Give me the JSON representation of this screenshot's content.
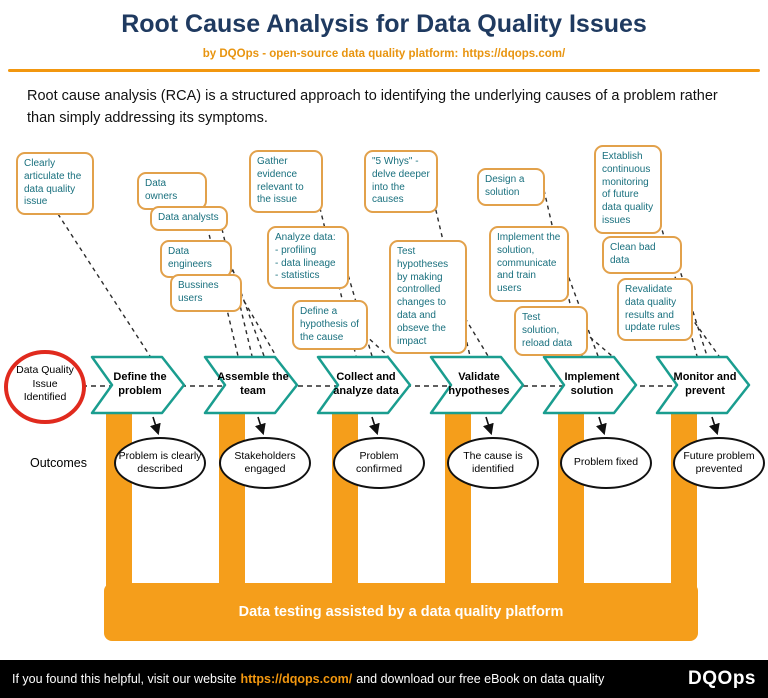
{
  "header": {
    "title": "Root Cause Analysis for Data Quality Issues",
    "subtitle_prefix": "by DQOps - open-source data quality platform:",
    "subtitle_link": "https://dqops.com/"
  },
  "intro": "Root cause analysis (RCA) is a structured approach to identifying the underlying causes of a problem rather than simply addressing its symptoms.",
  "start_node": {
    "label": "Data Quality Issue Identified"
  },
  "outcomes_label": "Outcomes",
  "steps": [
    {
      "label": "Define the problem",
      "outcome": "Problem is clearly described"
    },
    {
      "label": "Assemble the team",
      "outcome": "Stakeholders engaged"
    },
    {
      "label": "Collect and analyze data",
      "outcome": "Problem confirmed"
    },
    {
      "label": "Validate hypotheses",
      "outcome": "The cause is identified"
    },
    {
      "label": "Implement solution",
      "outcome": "Problem fixed"
    },
    {
      "label": "Monitor and prevent",
      "outcome": "Future problem prevented"
    }
  ],
  "callouts": [
    {
      "text": "Clearly articulate the data quality issue"
    },
    {
      "text": "Data owners"
    },
    {
      "text": "Data analysts"
    },
    {
      "text": "Data engineers"
    },
    {
      "text": "Bussines users"
    },
    {
      "text": "Gather evidence relevant to the issue"
    },
    {
      "text": "Analyze data:\n- profiling\n- data lineage\n- statistics"
    },
    {
      "text": "Define a hypothesis of the cause"
    },
    {
      "text": "\"5 Whys\" - delve deeper into the causes"
    },
    {
      "text": "Test hypotheses by making controlled changes to data and obseve the impact"
    },
    {
      "text": "Design a solution"
    },
    {
      "text": "Implement the solution, communicate and train users"
    },
    {
      "text": "Test solution, reload data"
    },
    {
      "text": "Extablish continuous monitoring of future data quality issues"
    },
    {
      "text": "Clean bad data"
    },
    {
      "text": "Revalidate data quality results and update rules"
    }
  ],
  "banner": "Data testing assisted by a data quality platform",
  "footer": {
    "text_prefix": "If you found this helpful, visit our website",
    "link": "https://dqops.com/",
    "text_suffix": "and download our free eBook on data quality",
    "logo": "DQOps"
  },
  "colors": {
    "orange": "#F59E1B",
    "teal": "#1A9D8F",
    "red": "#E02A1E",
    "navy": "#1F3A60",
    "callout_text": "#19707E"
  }
}
